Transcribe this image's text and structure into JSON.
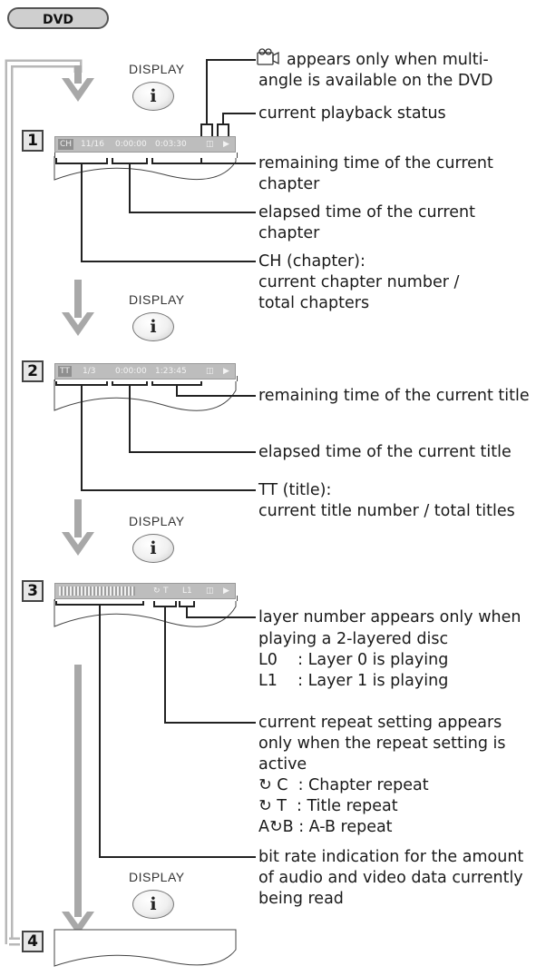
{
  "badge": "DVD",
  "display_label": "DISPLAY",
  "info_glyph": "i",
  "steps": [
    "1",
    "2",
    "3",
    "4"
  ],
  "osd": {
    "s1": {
      "tag": "CH",
      "count": "11/16",
      "elapsed": "0:00:00",
      "remaining": "0:03:30"
    },
    "s2": {
      "tag": "TT",
      "count": "1/3",
      "elapsed": "0:00:00",
      "remaining": "1:23:45"
    },
    "s3": {
      "repeat": "T",
      "layer": "L1"
    }
  },
  "notes": {
    "angle_1": "appears only when multi-",
    "angle_2": "angle is available on the DVD",
    "status": "current playback status",
    "ch_remaining_1": "remaining time of the current",
    "ch_remaining_2": "chapter",
    "ch_elapsed_1": "elapsed time of the current",
    "ch_elapsed_2": "chapter",
    "ch_1": "CH (chapter):",
    "ch_2": "current chapter number /",
    "ch_3": "total chapters",
    "tt_remaining": "remaining time of the current title",
    "tt_elapsed": "elapsed time of the current title",
    "tt_1": "TT (title):",
    "tt_2": "current title number / total titles",
    "layer_1": "layer number appears only when",
    "layer_2": "playing a 2-layered disc",
    "layer_3": "L0    : Layer 0 is playing",
    "layer_4": "L1    : Layer 1 is playing",
    "repeat_1": "current repeat setting appears",
    "repeat_2": "only when the repeat setting is",
    "repeat_3": "active",
    "repeat_4": "↻ C  : Chapter repeat",
    "repeat_5": "↻ T  : Title repeat",
    "repeat_6": "A↻B : A-B repeat",
    "bitrate_1": "bit rate indication for the amount",
    "bitrate_2": "of audio and video data currently",
    "bitrate_3": "being read"
  }
}
